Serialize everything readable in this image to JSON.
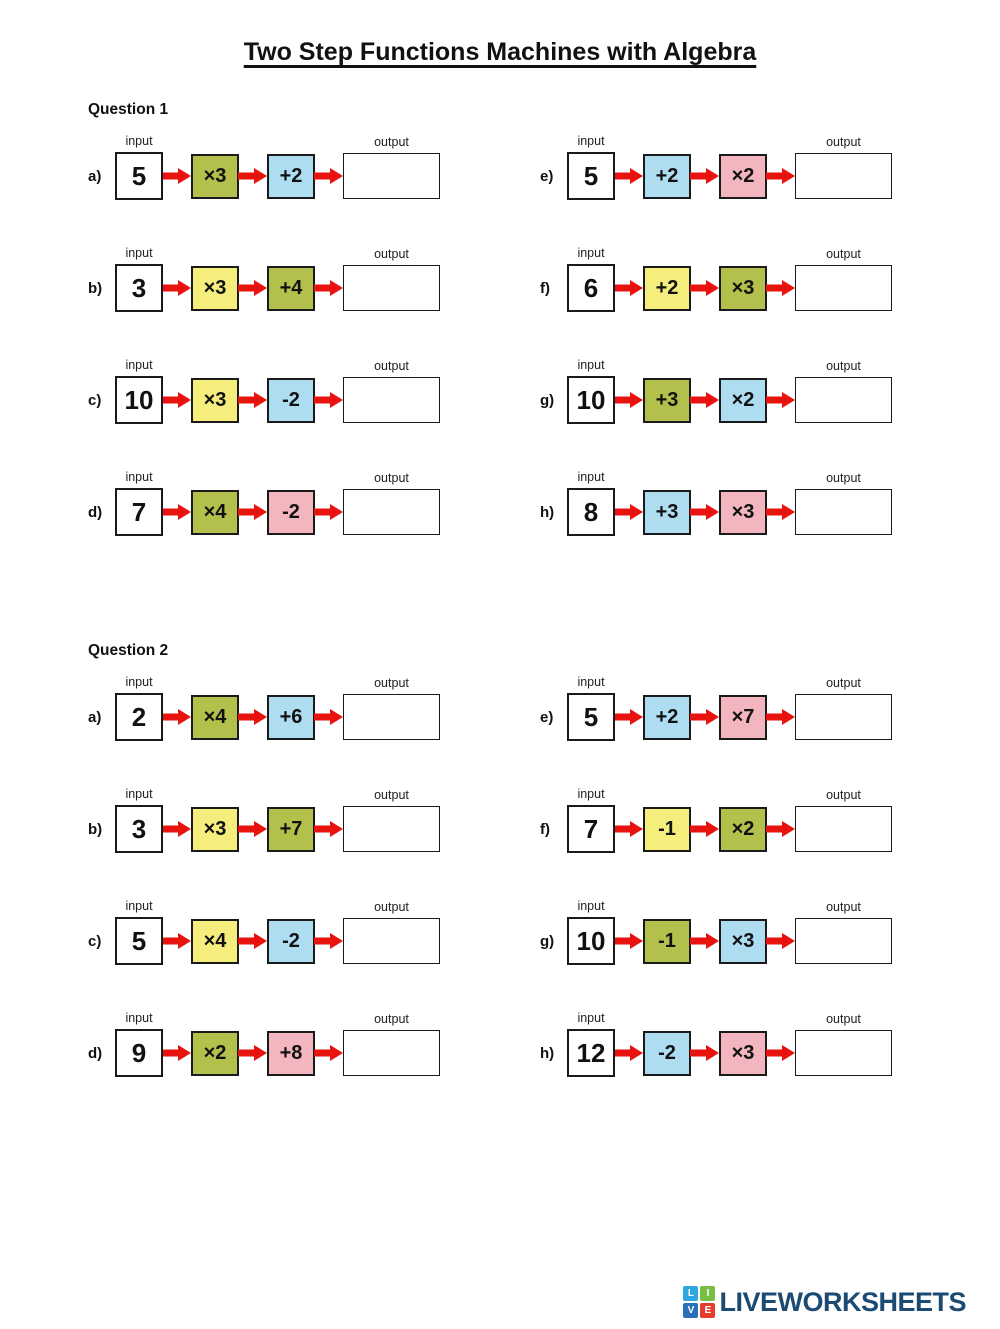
{
  "title": "Two Step Functions Machines with Algebra",
  "labels": {
    "input": "input",
    "output": "output"
  },
  "colors": {
    "arrow-red": "#e8120e",
    "box-border": "#1a1a1a",
    "wordmark-navy": "#1b4a73",
    "olive": "#b3c04c",
    "yellow": "#f5ee7d",
    "blue": "#aeddf2",
    "pink": "#f3b6be"
  },
  "questions": [
    {
      "heading": "Question 1",
      "rows": [
        {
          "label": "a)",
          "input": "5",
          "op1": {
            "text": "×3",
            "bg": "#b3c04c"
          },
          "op2": {
            "text": "+2",
            "bg": "#aeddf2"
          },
          "output": ""
        },
        {
          "label": "b)",
          "input": "3",
          "op1": {
            "text": "×3",
            "bg": "#f5ee7d"
          },
          "op2": {
            "text": "+4",
            "bg": "#b3c04c"
          },
          "output": ""
        },
        {
          "label": "c)",
          "input": "10",
          "op1": {
            "text": "×3",
            "bg": "#f5ee7d"
          },
          "op2": {
            "text": "-2",
            "bg": "#aeddf2"
          },
          "output": ""
        },
        {
          "label": "d)",
          "input": "7",
          "op1": {
            "text": "×4",
            "bg": "#b3c04c"
          },
          "op2": {
            "text": "-2",
            "bg": "#f3b6be"
          },
          "output": ""
        },
        {
          "label": "e)",
          "input": "5",
          "op1": {
            "text": "+2",
            "bg": "#aeddf2"
          },
          "op2": {
            "text": "×2",
            "bg": "#f3b6be"
          },
          "output": ""
        },
        {
          "label": "f)",
          "input": "6",
          "op1": {
            "text": "+2",
            "bg": "#f5ee7d"
          },
          "op2": {
            "text": "×3",
            "bg": "#b3c04c"
          },
          "output": ""
        },
        {
          "label": "g)",
          "input": "10",
          "op1": {
            "text": "+3",
            "bg": "#b3c04c"
          },
          "op2": {
            "text": "×2",
            "bg": "#aeddf2"
          },
          "output": ""
        },
        {
          "label": "h)",
          "input": "8",
          "op1": {
            "text": "+3",
            "bg": "#aeddf2"
          },
          "op2": {
            "text": "×3",
            "bg": "#f3b6be"
          },
          "output": ""
        }
      ]
    },
    {
      "heading": "Question 2",
      "rows": [
        {
          "label": "a)",
          "input": "2",
          "op1": {
            "text": "×4",
            "bg": "#b3c04c"
          },
          "op2": {
            "text": "+6",
            "bg": "#aeddf2"
          },
          "output": ""
        },
        {
          "label": "b)",
          "input": "3",
          "op1": {
            "text": "×3",
            "bg": "#f5ee7d"
          },
          "op2": {
            "text": "+7",
            "bg": "#b3c04c"
          },
          "output": ""
        },
        {
          "label": "c)",
          "input": "5",
          "op1": {
            "text": "×4",
            "bg": "#f5ee7d"
          },
          "op2": {
            "text": "-2",
            "bg": "#aeddf2"
          },
          "output": ""
        },
        {
          "label": "d)",
          "input": "9",
          "op1": {
            "text": "×2",
            "bg": "#b3c04c"
          },
          "op2": {
            "text": "+8",
            "bg": "#f3b6be"
          },
          "output": ""
        },
        {
          "label": "e)",
          "input": "5",
          "op1": {
            "text": "+2",
            "bg": "#aeddf2"
          },
          "op2": {
            "text": "×7",
            "bg": "#f3b6be"
          },
          "output": ""
        },
        {
          "label": "f)",
          "input": "7",
          "op1": {
            "text": "-1",
            "bg": "#f5ee7d"
          },
          "op2": {
            "text": "×2",
            "bg": "#b3c04c"
          },
          "output": ""
        },
        {
          "label": "g)",
          "input": "10",
          "op1": {
            "text": "-1",
            "bg": "#b3c04c"
          },
          "op2": {
            "text": "×3",
            "bg": "#aeddf2"
          },
          "output": ""
        },
        {
          "label": "h)",
          "input": "12",
          "op1": {
            "text": "-2",
            "bg": "#aeddf2"
          },
          "op2": {
            "text": "×3",
            "bg": "#f3b6be"
          },
          "output": ""
        }
      ]
    }
  ],
  "footer": {
    "brand": "LIVEWORKSHEETS",
    "logo_squares": [
      {
        "letter": "L",
        "bg": "#2fa8e0"
      },
      {
        "letter": "I",
        "bg": "#76bf44"
      },
      {
        "letter": "V",
        "bg": "#2a70b8"
      },
      {
        "letter": "E",
        "bg": "#e43d30"
      }
    ]
  }
}
